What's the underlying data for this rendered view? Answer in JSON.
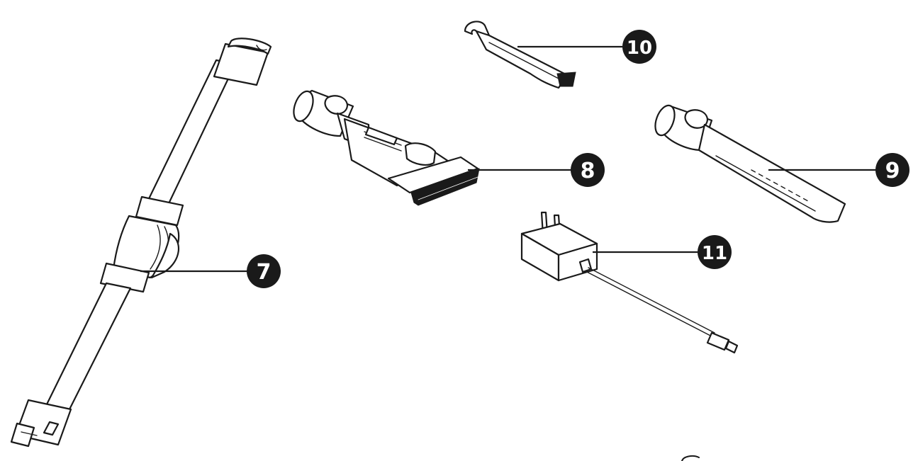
{
  "callouts": [
    {
      "id": "extension-tube",
      "label": "7"
    },
    {
      "id": "brush-nozzle",
      "label": "8"
    },
    {
      "id": "crevice-nozzle",
      "label": "9"
    },
    {
      "id": "cleaning-brush-tool",
      "label": "10"
    },
    {
      "id": "power-adapter",
      "label": "11"
    }
  ],
  "colors": {
    "line": "#1a1a1a",
    "background": "#ffffff",
    "callout_fill": "#1a1a1a",
    "callout_text": "#ffffff"
  }
}
